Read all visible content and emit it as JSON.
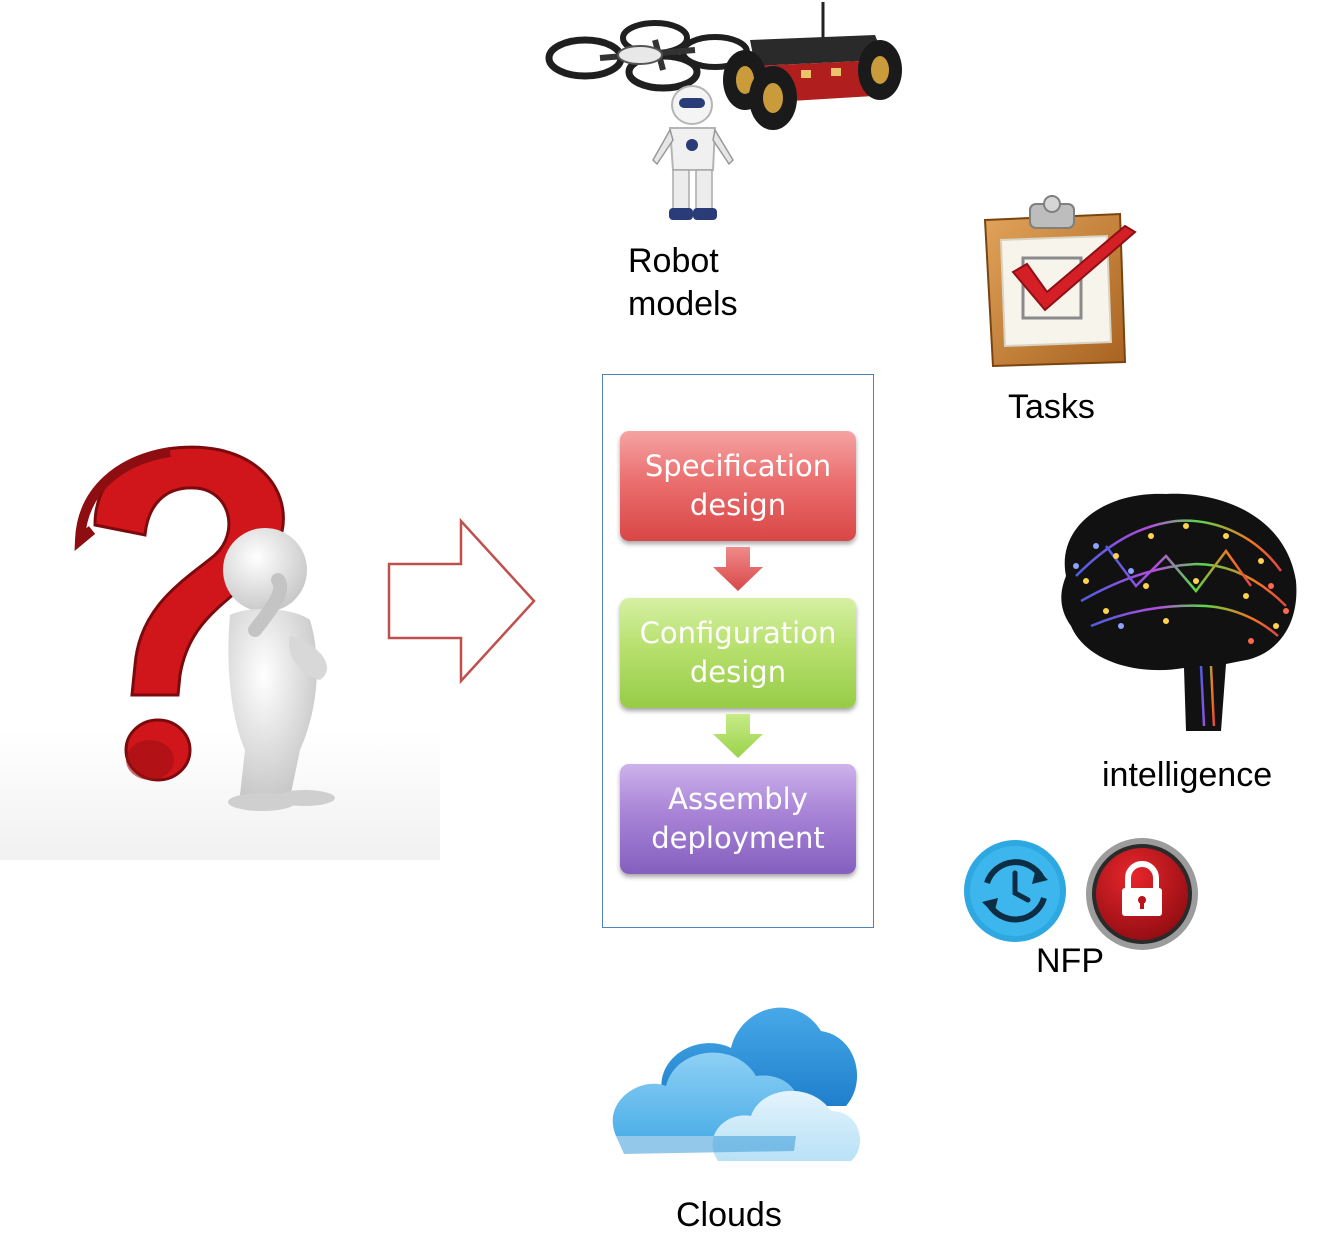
{
  "nodes": {
    "robot_models": {
      "line1": "Robot",
      "line2": "models"
    },
    "tasks": "Tasks",
    "intelligence": "intelligence",
    "nfp": "NFP",
    "clouds": "Clouds"
  },
  "process": {
    "steps": [
      {
        "line1": "Specification",
        "line2": "design"
      },
      {
        "line1": "Configuration",
        "line2": "design"
      },
      {
        "line1": "Assembly",
        "line2": "deployment"
      }
    ]
  },
  "colors": {
    "box_border": "#4f81bd",
    "arrow_outline": "#c0504d",
    "spec": "#e25c5c",
    "config": "#a8d65c",
    "assembly": "#9470c8"
  }
}
